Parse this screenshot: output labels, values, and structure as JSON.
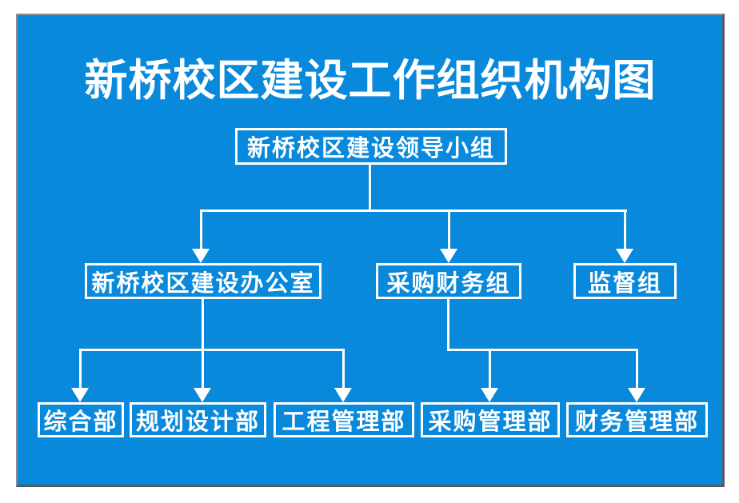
{
  "title": "新桥校区建设工作组织机构图",
  "colors": {
    "page_bg": "#ffffff",
    "panel_bg": "#0889dc",
    "panel_border": "#8e8e8e",
    "panel_shadow": "#5a5a5a",
    "line": "#ffffff",
    "text": "#ffffff"
  },
  "nodes": {
    "leadership": "新桥校区建设领导小组",
    "office": "新桥校区建设办公室",
    "procurement_finance": "采购财务组",
    "supervision": "监督组",
    "general": "综合部",
    "planning": "规划设计部",
    "engineering": "工程管理部",
    "procurement_mgmt": "采购管理部",
    "finance_mgmt": "财务管理部"
  },
  "hierarchy": {
    "root": "新桥校区建设领导小组",
    "children": [
      {
        "label": "新桥校区建设办公室",
        "children": [
          "综合部",
          "规划设计部",
          "工程管理部"
        ]
      },
      {
        "label": "采购财务组",
        "children": [
          "采购管理部",
          "财务管理部"
        ]
      },
      {
        "label": "监督组",
        "children": []
      }
    ]
  }
}
